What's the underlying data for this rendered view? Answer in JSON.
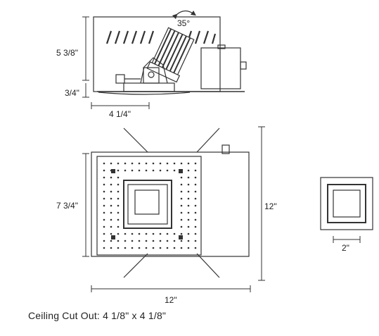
{
  "dimensions": {
    "angle": "35°",
    "housing_height": "5 3/8\"",
    "flange_depth": "3/4\"",
    "aperture_side": "4 1/4\"",
    "plan_depth": "7 3/4\"",
    "plan_width": "12\"",
    "plan_length": "12\"",
    "trim_opening": "2\""
  },
  "caption": "Ceiling Cut Out: 4 1/8\" x 4 1/8\""
}
